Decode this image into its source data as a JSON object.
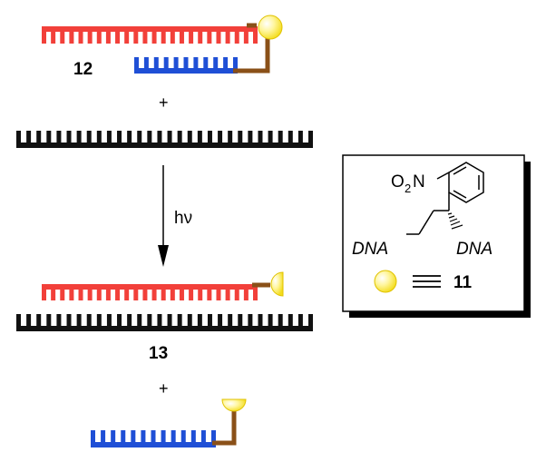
{
  "labels": {
    "compound_12": "12",
    "compound_13": "13",
    "plus_1": "+",
    "plus_2": "+",
    "light": "hν",
    "key_11": "11"
  },
  "structure": {
    "nitro_o": "O",
    "nitro_sub": "2",
    "nitro_n": "N",
    "dna_left": "DNA",
    "dna_right": "DNA"
  },
  "colors": {
    "red_strand": "#f2403a",
    "blue_strand": "#1f4fd6",
    "black_strand": "#111111",
    "linker": "#8a5018",
    "bead": "#fff27a",
    "bead_edge": "#e0c200"
  }
}
